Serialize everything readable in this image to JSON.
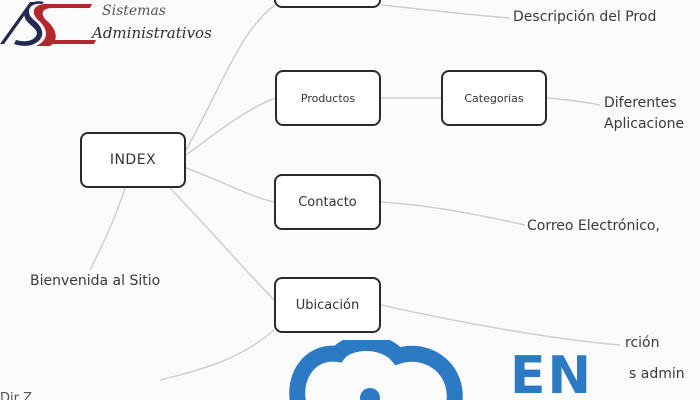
{
  "logo": {
    "monogram_text": "S",
    "line1": "Sistemas",
    "line2": "Administrativos",
    "colors": {
      "red": "#b3262b",
      "navy": "#232a52"
    }
  },
  "nodes": {
    "top": "",
    "index": "INDEX",
    "productos": "Productos",
    "categorias": "Categorias",
    "contacto": "Contacto",
    "ubicacion": "Ubicación"
  },
  "descriptions": {
    "top": "Descripción del Prod",
    "categorias_line1": "Diferentes",
    "categorias_line2": "Aplicacione",
    "contacto": "Correo Electrónico,",
    "index": "Bienvenida al Sitio",
    "ubicacion_line1": "rción",
    "ubicacion_line2": "s admin",
    "bottom_left": "Dir Z"
  },
  "brand": {
    "text": "EN",
    "color": "#2c79c4"
  }
}
